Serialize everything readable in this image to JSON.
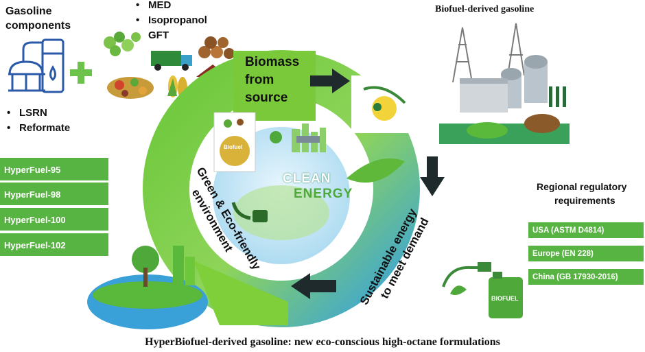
{
  "left_panel": {
    "title_line1": "Gasoline",
    "title_line2": "components",
    "bullets": [
      "LSRN",
      "Reformate"
    ]
  },
  "top_bullets": [
    "MED",
    "Isopropanol",
    "GFT"
  ],
  "right_title": "Biofuel-derived gasoline",
  "products": [
    "HyperFuel-95",
    "HyperFuel-98",
    "HyperFuel-100",
    "HyperFuel-102"
  ],
  "regulatory": {
    "title_line1": "Regional regulatory",
    "title_line2": "requirements",
    "items": [
      "USA (ASTM D4814)",
      "Europe (EN 228)",
      "China (GB 17930-2016)"
    ]
  },
  "cycle": {
    "top_line1": "Biomass",
    "top_line2": "from",
    "top_line3": "source",
    "right_line1": "Sustainable energy",
    "right_line2": "to meet demand",
    "left_line1": "Green & Eco-friendly",
    "left_line2": "environment"
  },
  "center": {
    "line1": "CLEAN",
    "line2": "ENERGY"
  },
  "biofuel_sack_label": "Biofuel",
  "biofuel_can_label": "BIOFUEL",
  "caption": "HyperBiofuel-derived gasoline: new eco-conscious high-octane formulations",
  "colors": {
    "green": "#58b442",
    "ring_green": "#7fcf3a",
    "ring_blue": "#3aa3d8",
    "arrow": "#1f2a2c"
  }
}
